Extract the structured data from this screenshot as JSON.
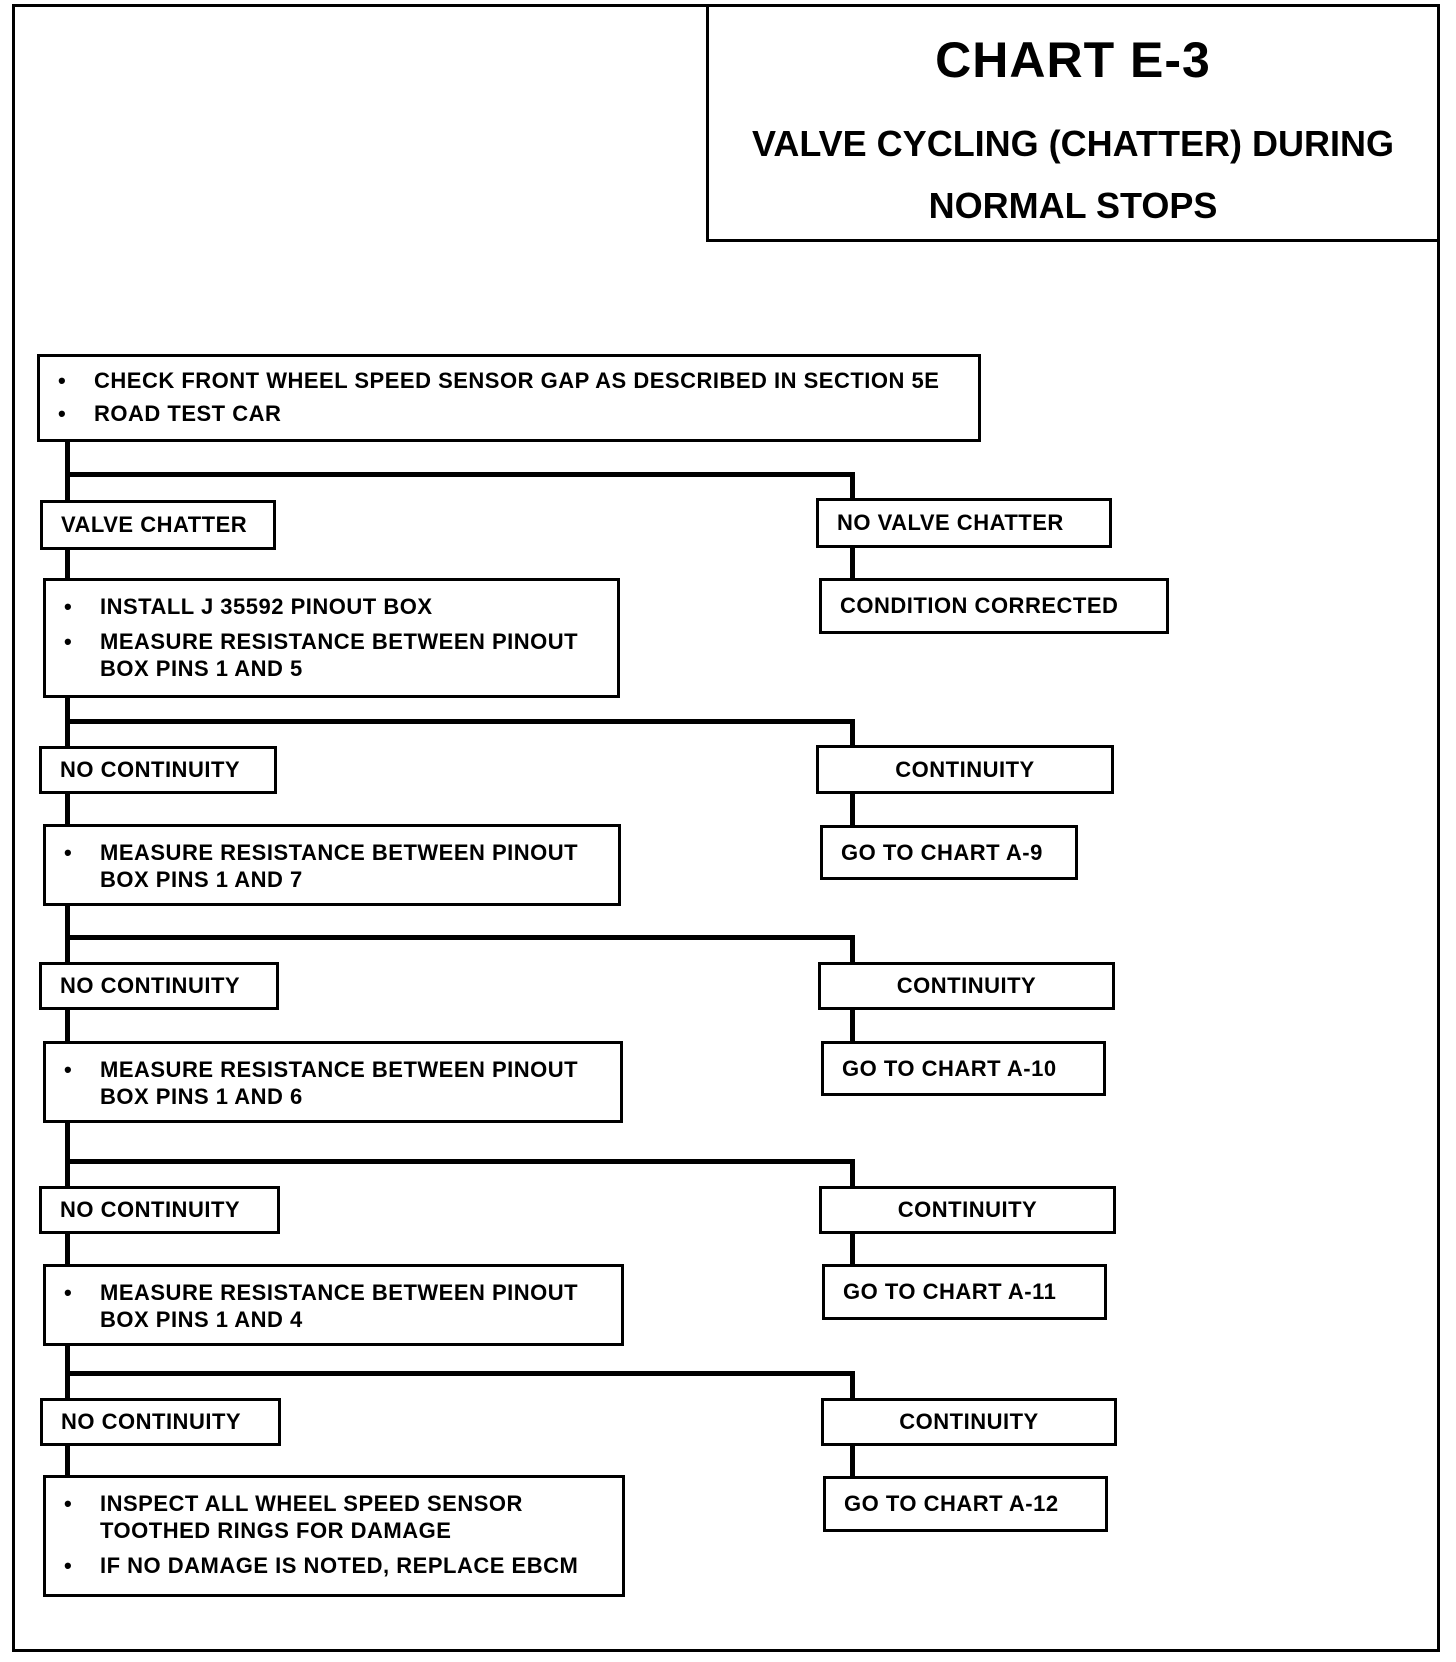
{
  "chart": {
    "title": "CHART E-3",
    "subtitle_line1": "VALVE CYCLING (CHATTER) DURING",
    "subtitle_line2": "NORMAL STOPS"
  },
  "steps": {
    "start": {
      "bullets": [
        "CHECK FRONT WHEEL SPEED SENSOR GAP AS DESCRIBED IN SECTION 5E",
        "ROAD TEST CAR"
      ]
    },
    "valve_chatter": "VALVE CHATTER",
    "no_valve_chatter": "NO VALVE CHATTER",
    "condition_corrected": "CONDITION CORRECTED",
    "install_box": {
      "bullets": [
        "INSTALL J 35592 PINOUT BOX",
        "MEASURE  RESISTANCE BETWEEN PINOUT BOX PINS 1 AND 5"
      ]
    },
    "measure_7": {
      "bullets": [
        "MEASURE  RESISTANCE BETWEEN PINOUT BOX PINS 1 AND 7"
      ]
    },
    "measure_6": {
      "bullets": [
        "MEASURE  RESISTANCE BETWEEN PINOUT BOX PINS 1 AND 6"
      ]
    },
    "measure_4": {
      "bullets": [
        "MEASURE  RESISTANCE BETWEEN PINOUT BOX PINS 1 AND 4"
      ]
    },
    "inspect": {
      "bullets": [
        "INSPECT ALL WHEEL SPEED SENSOR TOOTHED RINGS FOR DAMAGE",
        "IF NO DAMAGE IS NOTED, REPLACE EBCM"
      ]
    }
  },
  "branches": [
    {
      "no": "NO CONTINUITY",
      "yes": "CONTINUITY",
      "goto": "GO TO CHART A-9"
    },
    {
      "no": "NO CONTINUITY",
      "yes": "CONTINUITY",
      "goto": "GO TO CHART A-10"
    },
    {
      "no": "NO CONTINUITY",
      "yes": "CONTINUITY",
      "goto": "GO TO CHART A-11"
    },
    {
      "no": "NO CONTINUITY",
      "yes": "CONTINUITY",
      "goto": "GO TO CHART A-12"
    }
  ]
}
